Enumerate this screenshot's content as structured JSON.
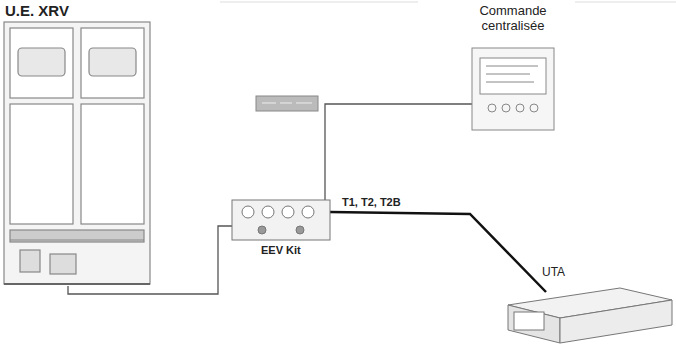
{
  "diagram": {
    "nodes": [
      {
        "text": [
          "U.E. XRV"
        ]
      },
      {
        "text": [
          "Commande centralisée"
        ]
      },
      {
        "text": [
          "EEV Kit"
        ]
      },
      {
        "text": [
          "UTA"
        ]
      }
    ],
    "edges": [
      {
        "from": 0,
        "to": 2,
        "arrow": "none"
      },
      {
        "from": 1,
        "to": 2,
        "arrow": "none"
      },
      {
        "from": 2,
        "to": 3,
        "label": "T1, T2, T2B",
        "arrow": "none"
      }
    ]
  }
}
